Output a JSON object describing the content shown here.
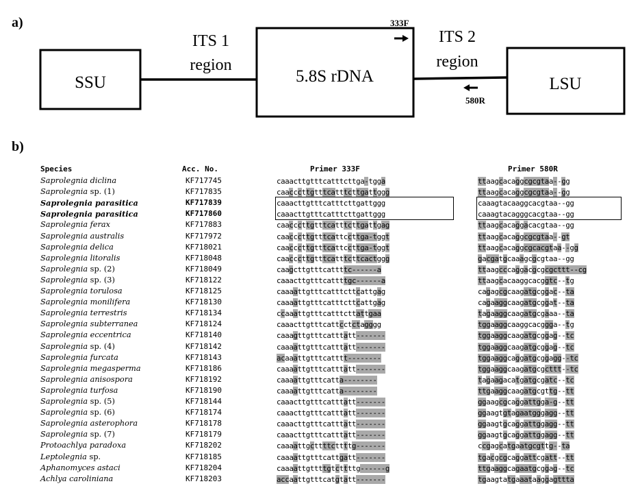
{
  "panel_a": {
    "label": "a)",
    "boxes": {
      "ssu": "SSU",
      "rdna": "5.8S rDNA",
      "lsu": "LSU"
    },
    "its1": [
      "ITS 1",
      "region"
    ],
    "its2": [
      "ITS 2",
      "region"
    ],
    "primer_forward": "333F",
    "primer_reverse": "580R"
  },
  "panel_b": {
    "label": "b)",
    "headers": {
      "species": "Species",
      "accession": "Acc. No.",
      "primer1": "Primer 333F",
      "primer2": "Primer 580R"
    },
    "rows": [
      {
        "genus": "Saprolegnia",
        "epithet": "diclina",
        "acc": "KF717745",
        "seq1": "caaacttgtttcatttcttga-tgga",
        "seq2": "ttaagcacaggcgcgtaa--gg"
      },
      {
        "genus": "Saprolegnia",
        "epithet": "sp. (1)",
        "acc": "KF717835",
        "seq1": "caacccttgtttcatttcttgattggg",
        "seq2": "ttaagcacaggcgcgtaa--gg"
      },
      {
        "genus": "Saprolegnia",
        "epithet": "parasitica",
        "acc": "KF717839",
        "seq1": "caaacttgtttcatttcttgattggg",
        "seq2": "caaagtacaaggcacgtaa--gg",
        "bold": true
      },
      {
        "genus": "Saprolegnia",
        "epithet": "parasitica",
        "acc": "KF717860",
        "seq1": "caaacttgtttcatttcttgattggg",
        "seq2": "caaagtacagggcacgtaa--gg",
        "bold": true
      },
      {
        "genus": "Saprolegnia",
        "epithet": "ferax",
        "acc": "KF717883",
        "seq1": "caacccttgtttcatttcttgattgag",
        "seq2": "ttaagcacaggacacgtaa--gg"
      },
      {
        "genus": "Saprolegnia",
        "epithet": "australis",
        "acc": "KF717972",
        "seq1": "caacccttgtttcattccttga-tggt",
        "seq2": "ttaagcacaggcgcgtaa--gt"
      },
      {
        "genus": "Saprolegnia",
        "epithet": "delica",
        "acc": "KF718021",
        "seq1": "caacccttgtttcattccttga-tggt",
        "seq2": "ttaagcacaggcgcacgtaa--gg"
      },
      {
        "genus": "Saprolegnia",
        "epithet": "litoralis",
        "acc": "KF718048",
        "seq1": "caacccttgtttcatttcttcactggg",
        "seq2": "gacgatgcaaagcgcgtaa--gg"
      },
      {
        "genus": "Saprolegnia",
        "epithet": "sp. (2)",
        "acc": "KF718049",
        "seq1": "caagcttgtttcattttc------a",
        "seq2": "ttaagcccaggacgcgcgcttt--cg"
      },
      {
        "genus": "Saprolegnia",
        "epithet": "sp. (3)",
        "acc": "KF718122",
        "seq1": "caaacttgtttcattttgc------a",
        "seq2": "ttaagcacaaggcacggtc--tg"
      },
      {
        "genus": "Saprolegnia",
        "epithet": "torulosa",
        "acc": "KF718125",
        "seq1": "caaaattgtttcatttcttcattgag",
        "seq2": "cagagcgcaagatgcggac--ta"
      },
      {
        "genus": "Saprolegnia",
        "epithet": "monilifera",
        "acc": "KF718130",
        "seq1": "caaaattgtttcatttcttcattgag",
        "seq2": "cagaaggcaagatgcggat--ta"
      },
      {
        "genus": "Saprolegnia",
        "epithet": "terrestris",
        "acc": "KF718134",
        "seq1": "ccaaattgtttcatttcttattgaa",
        "seq2": "tagaaggcaagatgcgaaa--ta"
      },
      {
        "genus": "Saprolegnia",
        "epithet": "subterranea",
        "acc": "KF718124",
        "seq1": "caaacttgtttcattcctctagggg",
        "seq2": "tggaaggcaaggcacggga--tg"
      },
      {
        "genus": "Saprolegnia",
        "epithet": "eccentrica",
        "acc": "KF718140",
        "seq1": "caaagttgtttcatttatt-------",
        "seq2": "tggaaggcaagatgcggag--tc"
      },
      {
        "genus": "Saprolegnia",
        "epithet": "sp. (4)",
        "acc": "KF718142",
        "seq1": "caaaattgtttcatttatt-------",
        "seq2": "tggaaggcaagatgcggag--tc"
      },
      {
        "genus": "Saprolegnia",
        "epithet": "furcata",
        "acc": "KF718143",
        "seq1": "acaaattgtttcatttt--------",
        "seq2": "tggaaggcaggatgcggagg--tc"
      },
      {
        "genus": "Saprolegnia",
        "epithet": "megasperma",
        "acc": "KF718186",
        "seq1": "caaaattgtttcatttatt-------",
        "seq2": "tggaaggcaagatgcgcttt--tc"
      },
      {
        "genus": "Saprolegnia",
        "epithet": "anisospora",
        "acc": "KF718192",
        "seq1": "caaaattgtttcatta--------",
        "seq2": "tagaagacatgatgcgatc--tc"
      },
      {
        "genus": "Saprolegnia",
        "epithet": "turfosa",
        "acc": "KF718190",
        "seq1": "caaaattgtttcatta--------",
        "seq2": "ttgaaggcaagatgcgttg--tt"
      },
      {
        "genus": "Saprolegnia",
        "epithet": "sp. (5)",
        "acc": "KF718144",
        "seq1": "caaacttgtttcatttatt-------",
        "seq2": "ggaagcgcaggattgga-g--tt"
      },
      {
        "genus": "Saprolegnia",
        "epithet": "sp. (6)",
        "acc": "KF718174",
        "seq1": "caaacttgtttcatttatt-------",
        "seq2": "ggaagtgtagaatgggagg--tt"
      },
      {
        "genus": "Saprolegnia",
        "epithet": "asterophora",
        "acc": "KF718178",
        "seq1": "caaacttgtttcatttatt-------",
        "seq2": "ggaagtgcaggattggagg--tt"
      },
      {
        "genus": "Saprolegnia",
        "epithet": "sp. (7)",
        "acc": "KF718179",
        "seq1": "caaacttgtttcatttatt-------",
        "seq2": "ggaagtgcaggattggagg--tt"
      },
      {
        "genus": "Protoachlya",
        "epithet": "paradoxa",
        "acc": "KF718202",
        "seq1": "caaaattgcttttcttttg-------",
        "seq2": "ccgagcatgaatgcgttg--ta"
      },
      {
        "genus": "Leptolegnia",
        "epithet": "sp.",
        "acc": "KF718185",
        "seq1": "caaaattgtttcattgatt-------",
        "seq2": "tgacgcgcaggattcgatt--tt"
      },
      {
        "genus": "Aphanomyces",
        "epithet": "astaci",
        "acc": "KF718204",
        "seq1": "caaaattgttttgtcttttg------g",
        "seq2": "ttgaaggcagaatgcggag--tc"
      },
      {
        "genus": "Achlya",
        "epithet": "caroliniana",
        "acc": "KF718203",
        "seq1": "accaattgtttcatgtatt-------",
        "seq2": "tgaagtatgaaataaggagttta"
      }
    ]
  }
}
